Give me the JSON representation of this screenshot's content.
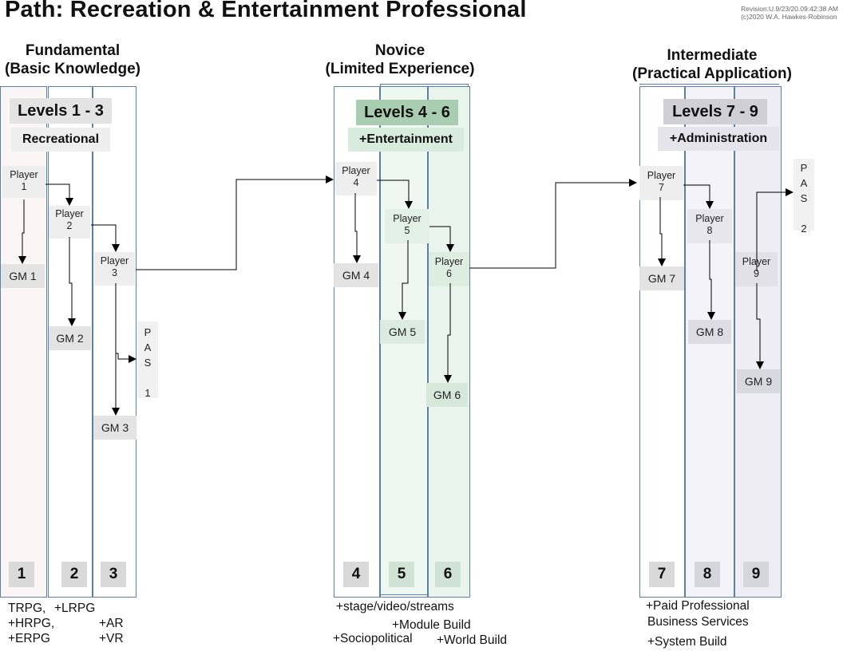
{
  "title": "Path: Recreation & Entertainment Professional",
  "revision": [
    "Revision:U.9/23/20.09:42:38 AM",
    "(c)2020 W.A. Hawkes-Robinson"
  ],
  "tiers": [
    {
      "name": "Fundamental",
      "sub": "(Basic Knowledge)",
      "levels": "Levels 1 - 3",
      "track": "Recreational"
    },
    {
      "name": "Novice",
      "sub": "(Limited Experience)",
      "levels": "Levels 4 - 6",
      "track": "+Entertainment"
    },
    {
      "name": "Intermediate",
      "sub": "(Practical Application)",
      "levels": "Levels 7 - 9",
      "track": "+Administration"
    }
  ],
  "players": [
    "Player\n1",
    "Player\n2",
    "Player\n3",
    "Player\n4",
    "Player\n5",
    "Player\n6",
    "Player\n7",
    "Player\n8",
    "Player\n9"
  ],
  "gms": [
    "GM 1",
    "GM 2",
    "GM 3",
    "GM 4",
    "GM 5",
    "GM 6",
    "GM 7",
    "GM 8",
    "GM 9"
  ],
  "pas": [
    "P\nA\nS\n\n1",
    "P\nA\nS\n\n2"
  ],
  "numbers": [
    "1",
    "2",
    "3",
    "4",
    "5",
    "6",
    "7",
    "8",
    "9"
  ],
  "footnotes": {
    "trpg": "TRPG,",
    "lrpg": "+LRPG",
    "hrpg": "+HRPG,",
    "ar": "+AR",
    "erpg": "+ERPG",
    "vr": "+VR",
    "stage": "+stage/video/streams",
    "module": "+Module Build",
    "socio": "+Sociopolitical",
    "world": "+World Build",
    "paid1": "+Paid Professional",
    "paid2": "Business Services",
    "system": "+System Build"
  },
  "colors": {
    "border": "#5a7fa8",
    "fundamental_bg": "#fbf6f6",
    "novice_bg": "#eef8f1",
    "intermediate_bg": "#f1f1f6",
    "novice_header": "#a9d4b2",
    "novice_track": "#d7ecdc"
  }
}
